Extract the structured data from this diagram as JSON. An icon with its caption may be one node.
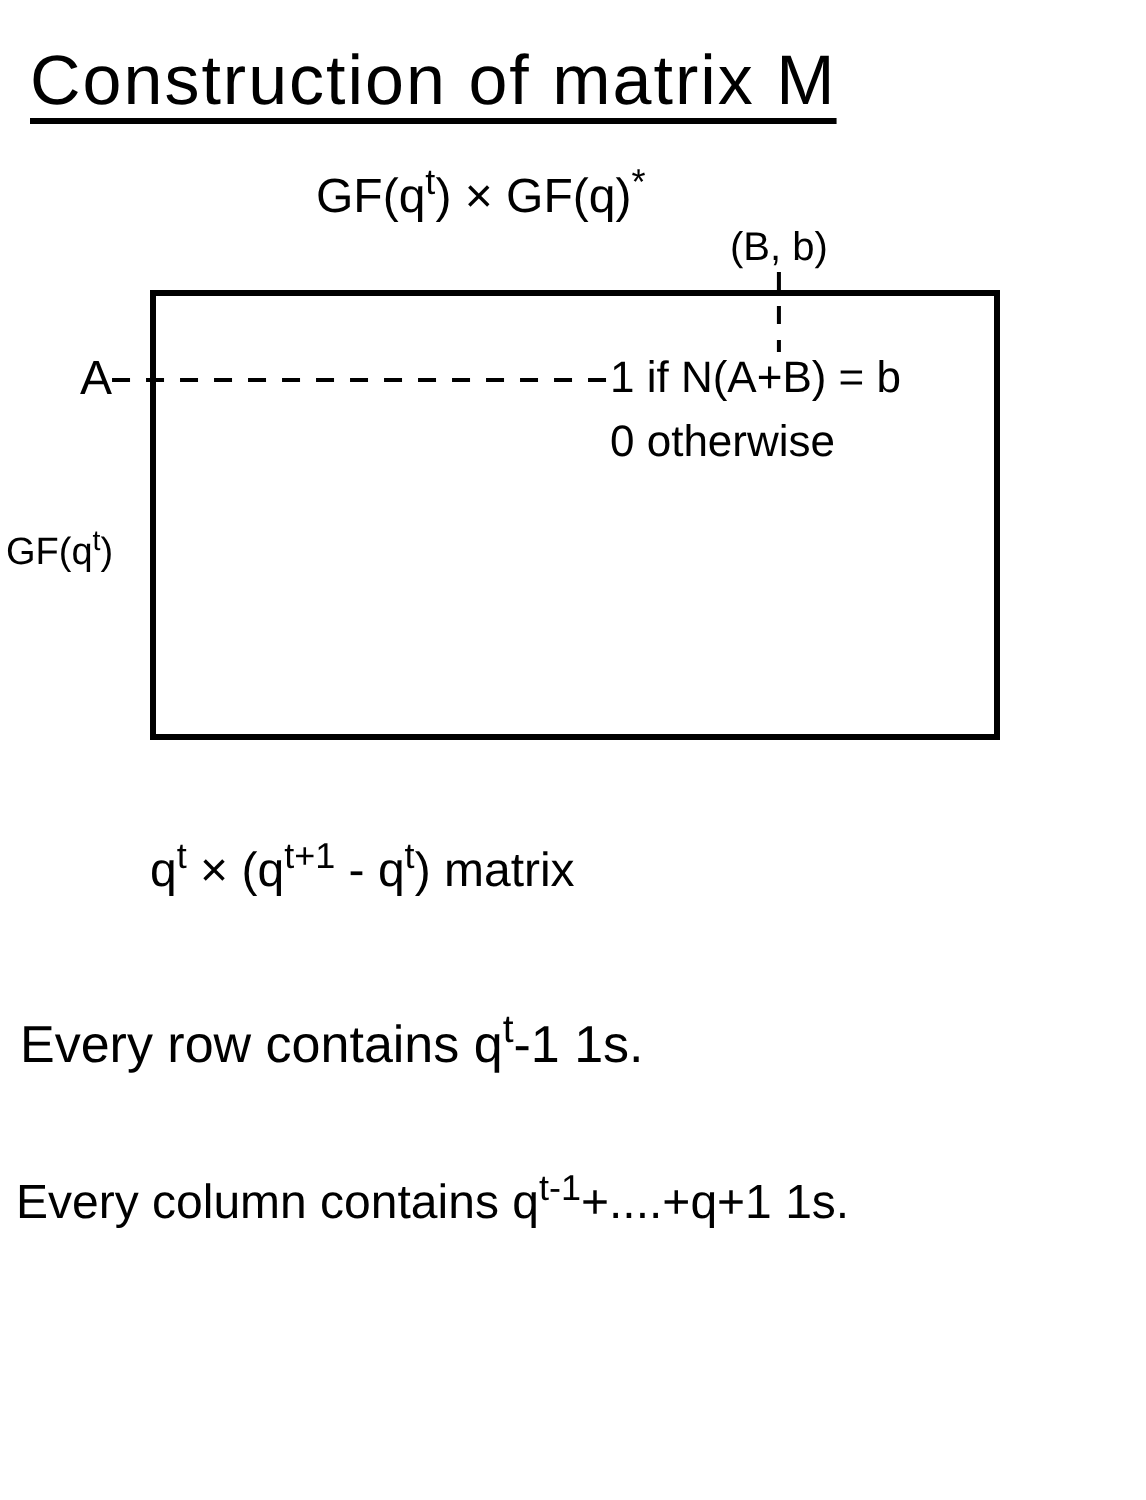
{
  "diagram": {
    "title": "Construction of matrix M",
    "nodes": [
      {
        "text": [],
        "shape": "box"
      },
      {
        "text": [
          "1 if N(A+B) = b"
        ],
        "in": 0
      },
      {
        "text": [
          "0 otherwise"
        ],
        "in": 0
      },
      {
        "text": [
          "A"
        ]
      },
      {
        "text": [
          "(B, b)"
        ]
      }
    ],
    "edges": [
      {
        "from": 3,
        "to": 1,
        "arrow": "none",
        "style": "dashed"
      },
      {
        "from": 4,
        "to": 1,
        "arrow": "none",
        "style": "dashed"
      }
    ],
    "labels": [
      "GF(q$^{t}$) × GF(q)$^{*}$",
      "GF(q$^{t}$)",
      "q$^{t}$ × (q$^{t+1}$ - q$^{t}$) matrix",
      "Every row contains q$^{t}$-1 1s.",
      "Every column contains q$^{t-1}$+....+q+1 1s."
    ]
  }
}
